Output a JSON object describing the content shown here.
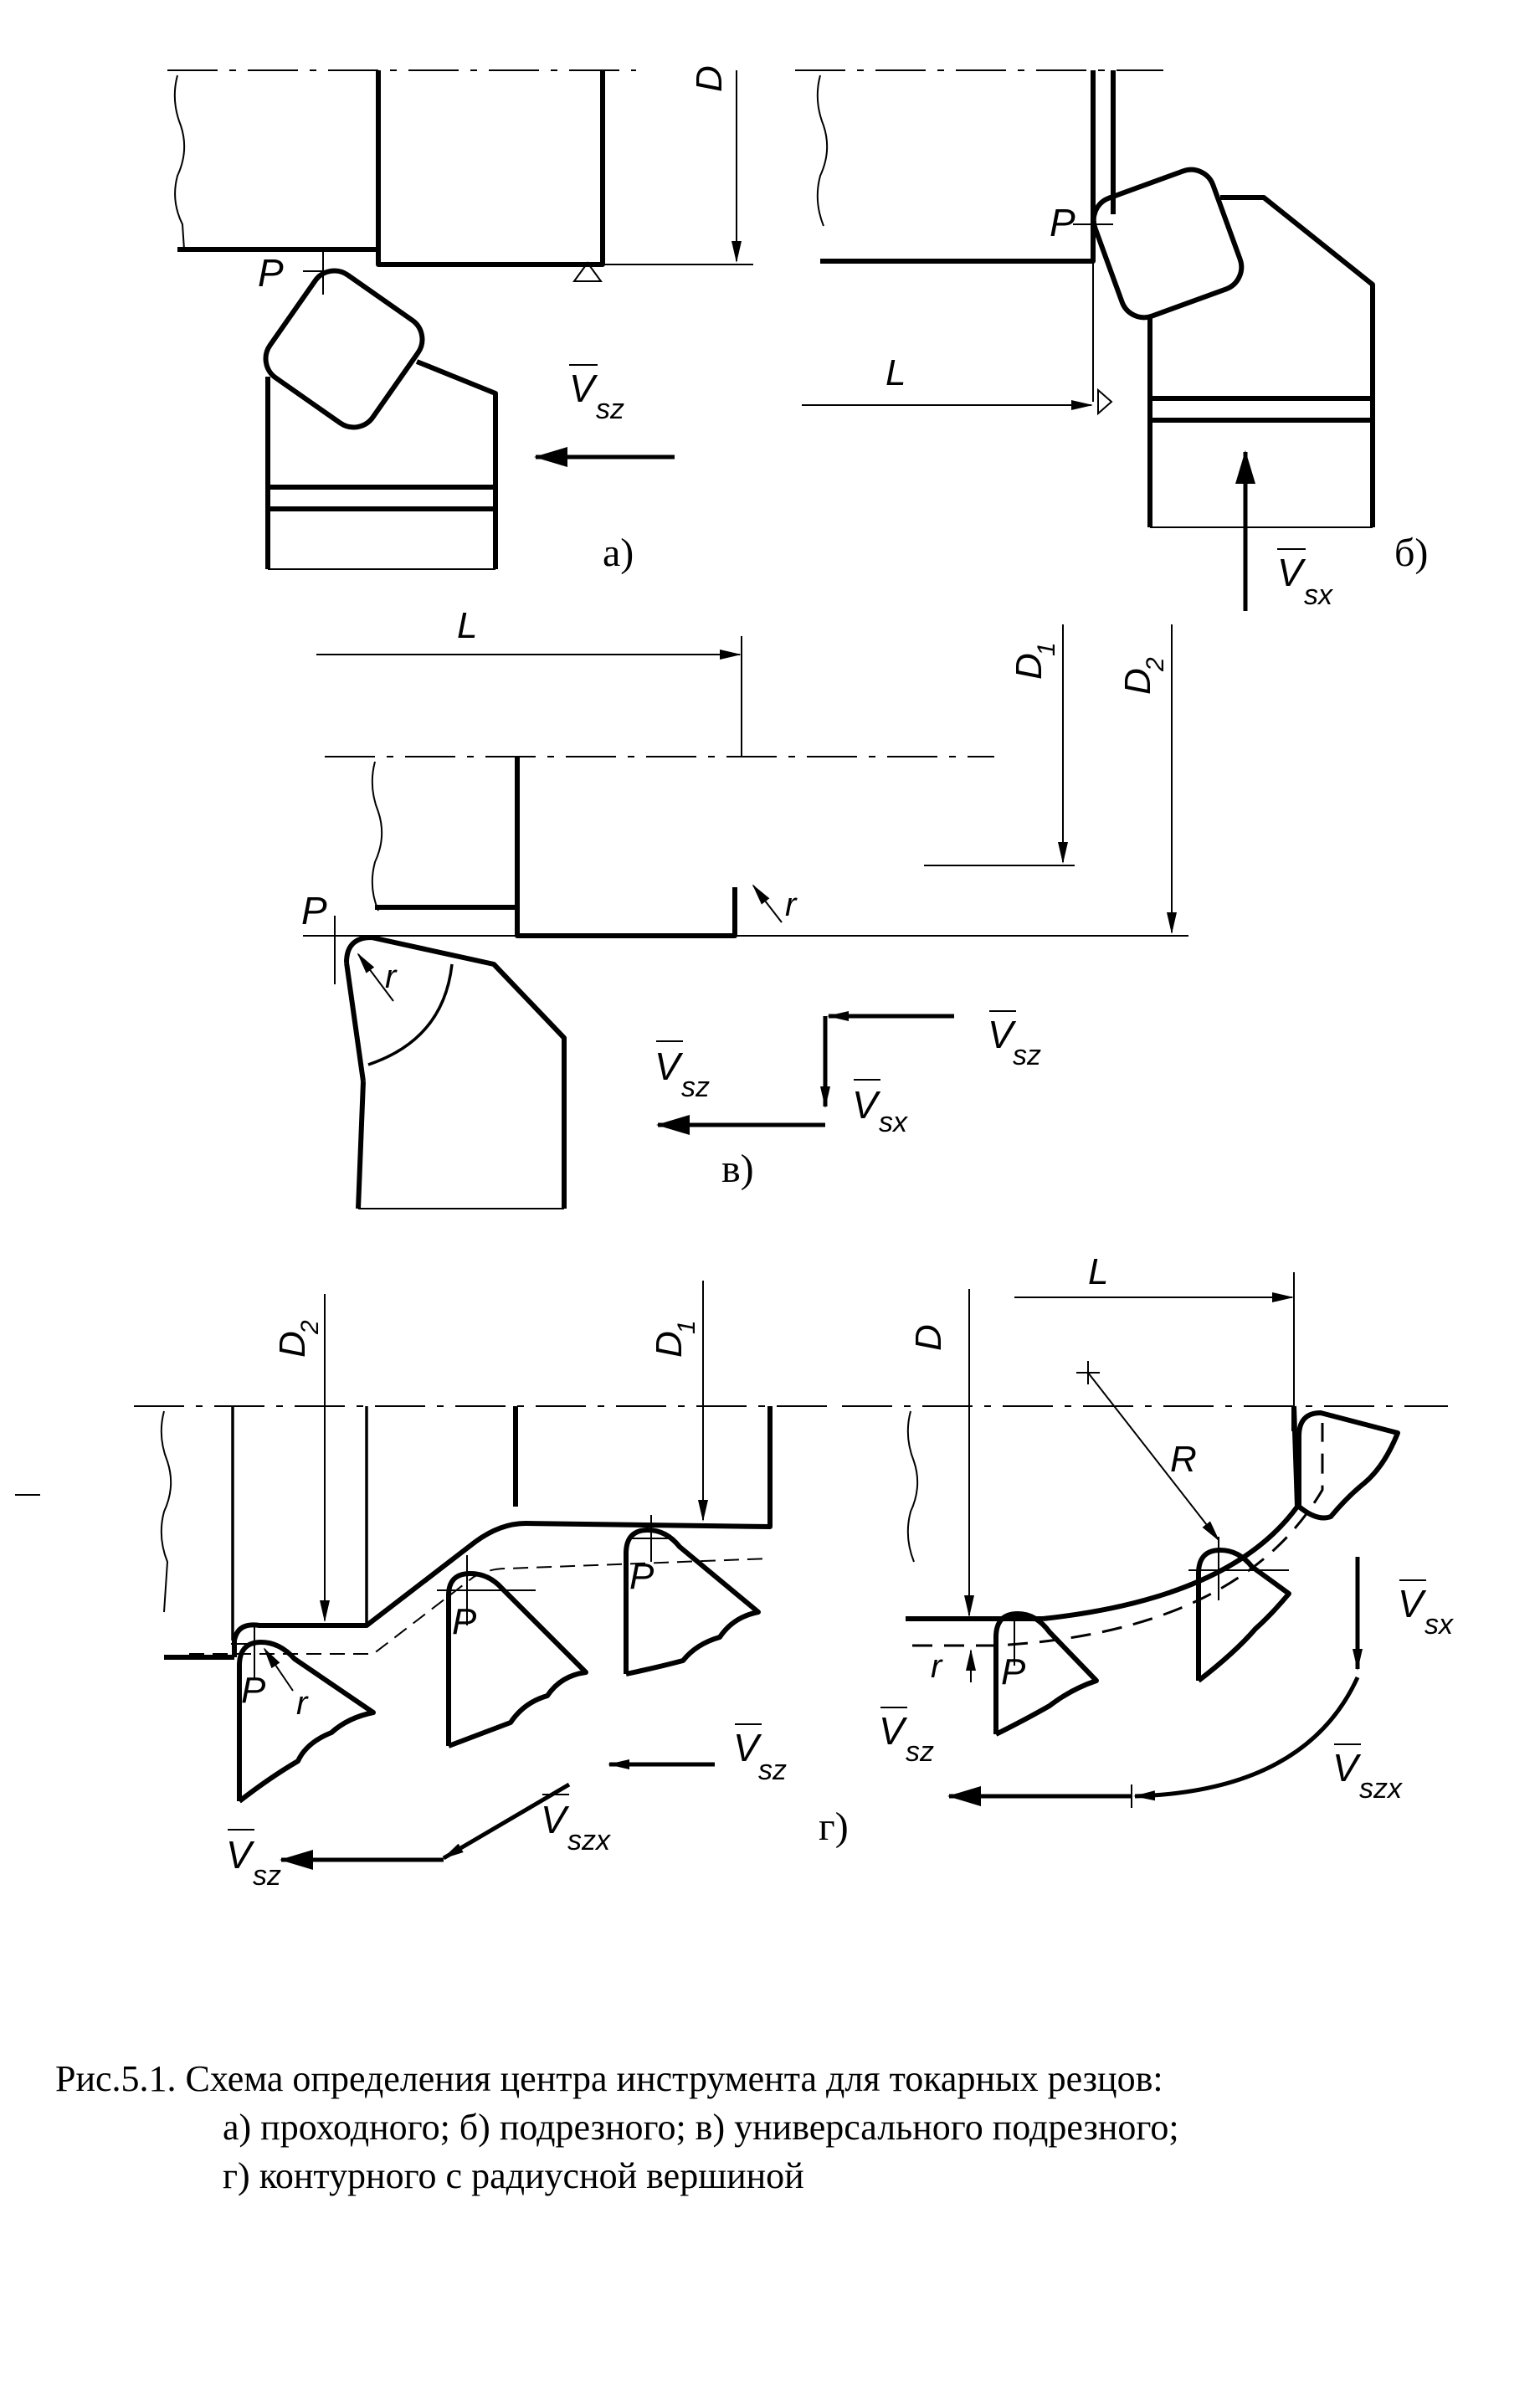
{
  "panels": {
    "a": {
      "label": "а)",
      "labels": {
        "D": "D",
        "P": "P",
        "V": "V",
        "sub": "sz"
      }
    },
    "b": {
      "label": "б)",
      "labels": {
        "P": "P",
        "L": "L",
        "V": "V",
        "sub": "sx"
      }
    },
    "v": {
      "label": "в)",
      "labels": {
        "L": "L",
        "D1": "D",
        "D1_sub": "1",
        "D2": "D",
        "D2_sub": "2",
        "r": "r",
        "P": "P",
        "r_tool": "r",
        "V": "V",
        "sub_sz": "sz",
        "sub_sx": "sx"
      }
    },
    "g": {
      "label": "г)",
      "labels": {
        "D2": "D",
        "D2_sub": "2",
        "D1": "D",
        "D1_sub": "1",
        "P": "P",
        "r": "r",
        "V": "V",
        "sub_sz": "sz",
        "sub_szx": "szx",
        "D": "D",
        "L": "L",
        "R": "R",
        "sub_sx": "sx"
      }
    }
  },
  "caption": {
    "line1": "Рис.5.1. Схема определения центра инструмента для токарных резцов:",
    "line2": "а) проходного; б) подрезного; в) универсального подрезного;",
    "line3": "г) контурного с радиусной вершиной"
  }
}
